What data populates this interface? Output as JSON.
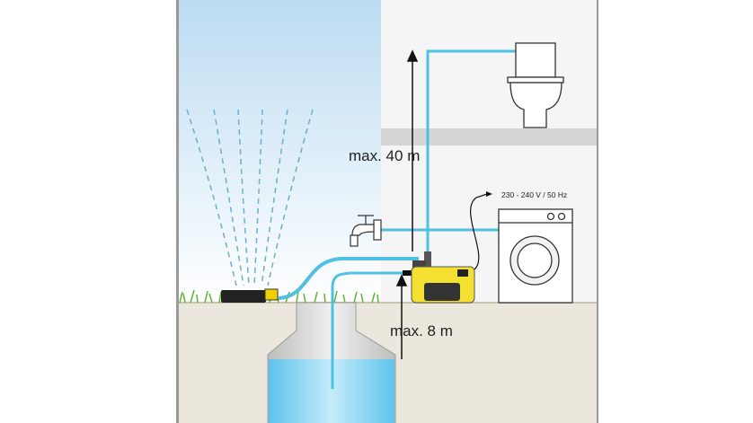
{
  "diagram": {
    "labels": {
      "max_height": "max. 40 m",
      "max_suction": "max. 8 m",
      "power": "230 - 240 V / 50 Hz"
    },
    "colors": {
      "pipe": "#4fc0e0",
      "pump": "#f3e030",
      "sky": "#cfe6f6",
      "ground": "#ebe7dc",
      "wall": "#f5f5f5",
      "floor_band": "#d6d6d6"
    },
    "icons": [
      "sprinkler-icon",
      "tap-icon",
      "toilet-icon",
      "washing-machine-icon",
      "pump-icon",
      "well-icon",
      "power-plug-icon"
    ]
  }
}
